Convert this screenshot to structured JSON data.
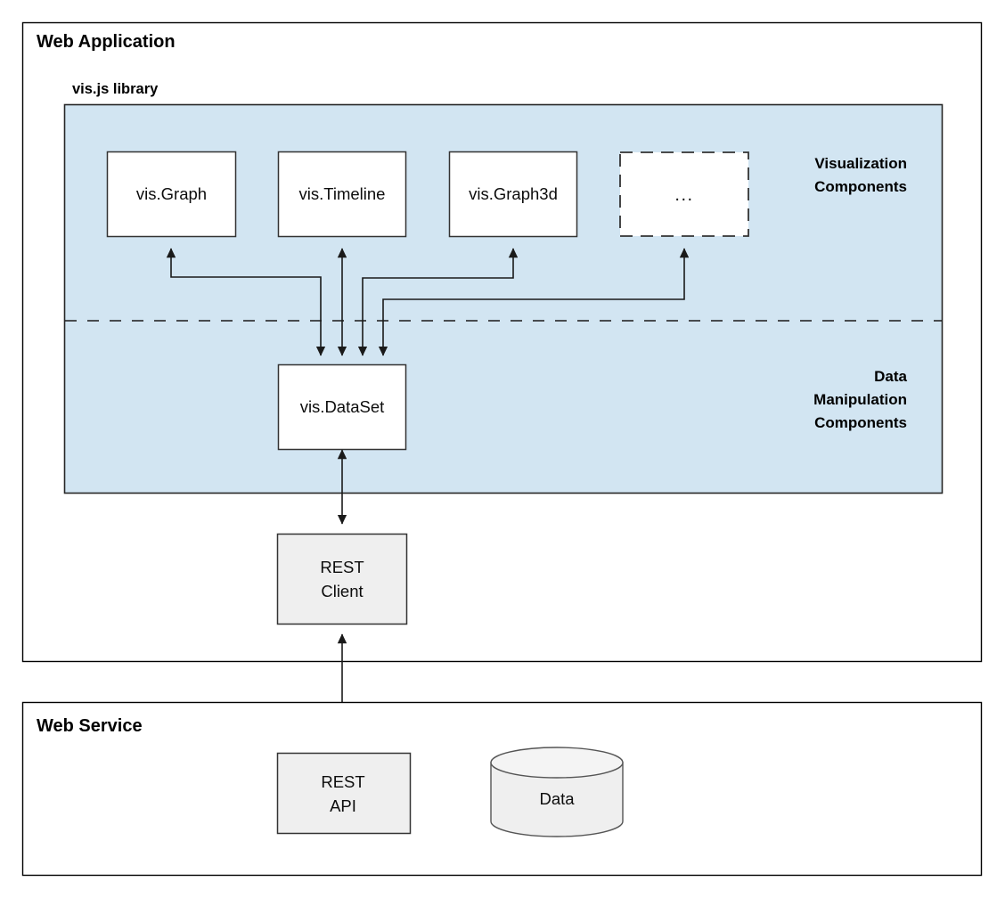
{
  "frames": {
    "web_application": {
      "title": "Web Application"
    },
    "web_service": {
      "title": "Web Service"
    }
  },
  "library_panel": {
    "title": "vis.js library",
    "fill_color": "#d2e5f2",
    "group_labels": {
      "visualization": [
        "Visualization",
        "Components"
      ],
      "data_manipulation": [
        "Data",
        "Manipulation",
        "Components"
      ]
    }
  },
  "nodes": {
    "vis_graph": {
      "label": "vis.Graph"
    },
    "vis_timeline": {
      "label": "vis.Timeline"
    },
    "vis_graph3d": {
      "label": "vis.Graph3d"
    },
    "more": {
      "label": "..."
    },
    "vis_dataset": {
      "label": "vis.DataSet"
    },
    "rest_client": {
      "line1": "REST",
      "line2": "Client"
    },
    "rest_api": {
      "line1": "REST",
      "line2": "API"
    },
    "data_store": {
      "label": "Data"
    }
  }
}
